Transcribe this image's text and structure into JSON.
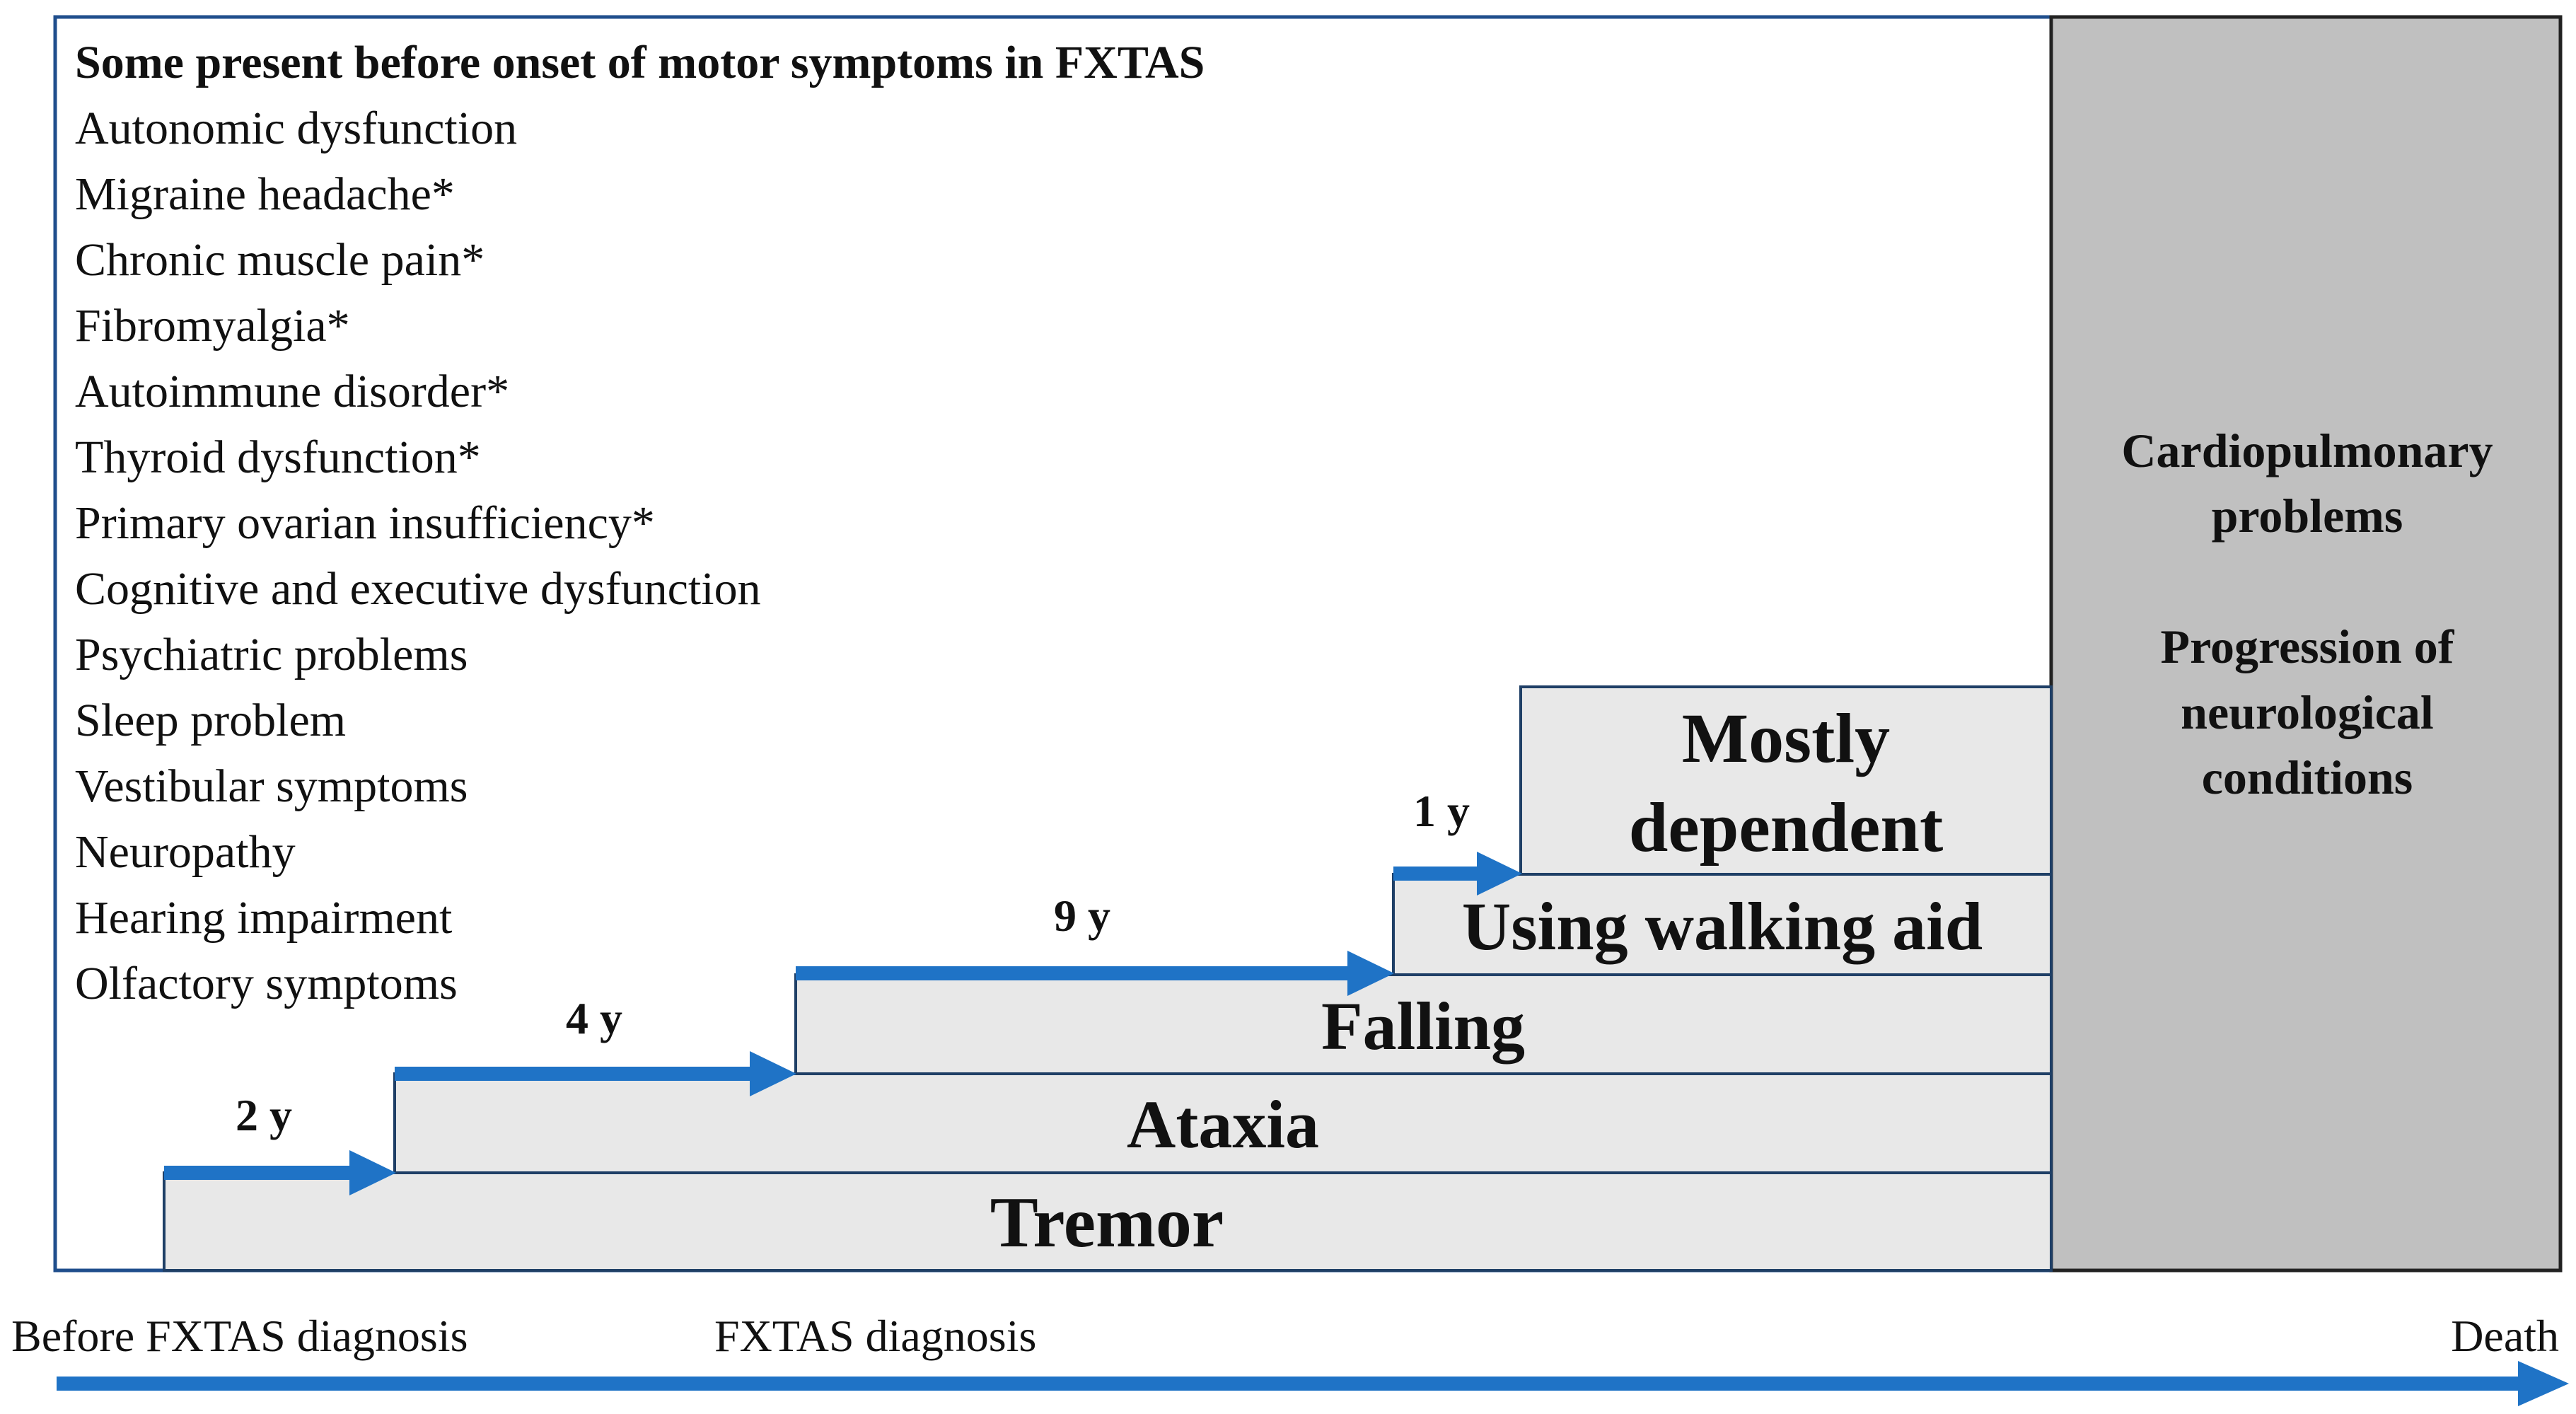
{
  "header": "Some present before onset of motor symptoms in FXTAS",
  "prodromal_symptoms": [
    "Autonomic dysfunction",
    "Migraine headache*",
    "Chronic muscle pain*",
    "Fibromyalgia*",
    "Autoimmune disorder*",
    "Thyroid dysfunction*",
    "Primary ovarian insufficiency*",
    "Cognitive and executive dysfunction",
    "Psychiatric problems",
    "Sleep problem",
    "Vestibular symptoms",
    "Neuropathy",
    "Hearing impairment",
    "Olfactory symptoms"
  ],
  "stages": [
    {
      "label": "Tremor"
    },
    {
      "label": "Ataxia"
    },
    {
      "label": "Falling"
    },
    {
      "label": "Using walking aid"
    },
    {
      "label_line1": "Mostly",
      "label_line2": "dependent"
    }
  ],
  "intervals": [
    "2 y",
    "4 y",
    "9 y",
    "1 y"
  ],
  "end_stage": {
    "line1": "Cardiopulmonary",
    "line2": "problems",
    "line3": "Progression of",
    "line4": "neurological",
    "line5": "conditions"
  },
  "timeline": {
    "start": "Before FXTAS diagnosis",
    "middle": "FXTAS diagnosis",
    "end": "Death"
  },
  "colors": {
    "arrow": "#1f73c6",
    "stage_fill": "#e8e8e8",
    "end_stage_fill": "#c0c0c0",
    "frame_border": "#1f4e8c",
    "stage_border": "#1f3f66",
    "text": "#111111"
  }
}
